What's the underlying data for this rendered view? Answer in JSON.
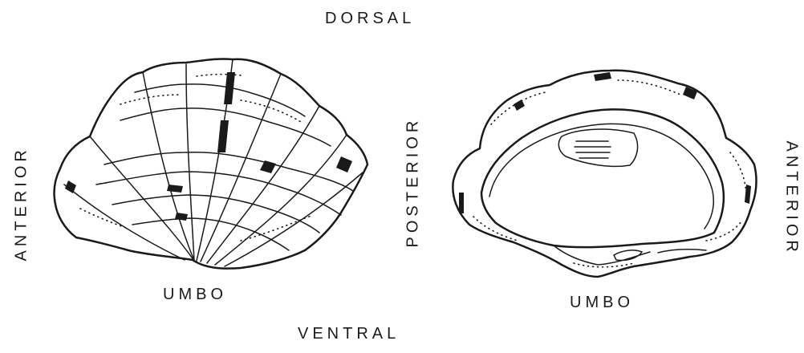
{
  "labels": {
    "dorsal": "DORSAL",
    "ventral": "VENTRAL",
    "left_side": "ANTERIOR",
    "middle_side": "POSTERIOR",
    "right_side": "ANTERIOR",
    "umbo_left": "UMBO",
    "umbo_right": "UMBO"
  },
  "figures": [
    {
      "name": "clam-shell-exterior"
    },
    {
      "name": "clam-shell-interior"
    }
  ]
}
